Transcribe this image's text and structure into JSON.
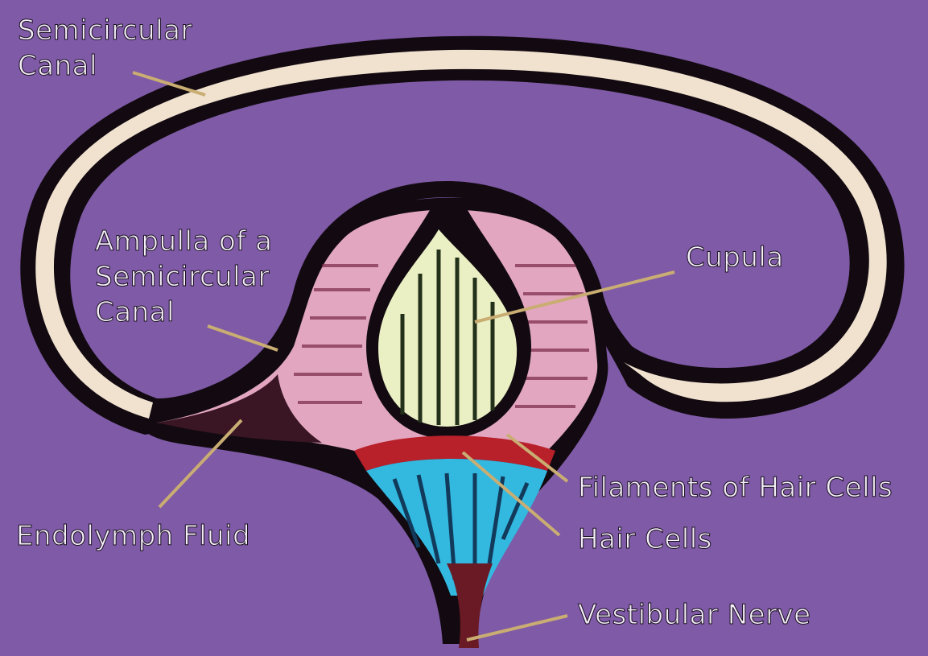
{
  "colors": {
    "background": "#7f5aa6",
    "canal_wall": "#f1e2d0",
    "canal_outline": "#120a10",
    "ampulla_fill": "#e2a6c0",
    "cupula_fill": "#eaf0c4",
    "hair_cells_fill": "#33b8e0",
    "filament_band": "#b8202a",
    "nerve": "#6a1a24",
    "leader_line": "#c9ad72",
    "label_text": "#f3eef8"
  },
  "labels": {
    "semicircular_canal": [
      "Semicircular",
      "Canal"
    ],
    "ampulla": [
      "Ampulla of a",
      "Semicircular",
      "Canal"
    ],
    "cupula": "Cupula",
    "filaments": "Filaments of Hair Cells",
    "hair_cells": "Hair Cells",
    "endolymph": "Endolymph Fluid",
    "vestibular_nerve": "Vestibular Nerve"
  }
}
